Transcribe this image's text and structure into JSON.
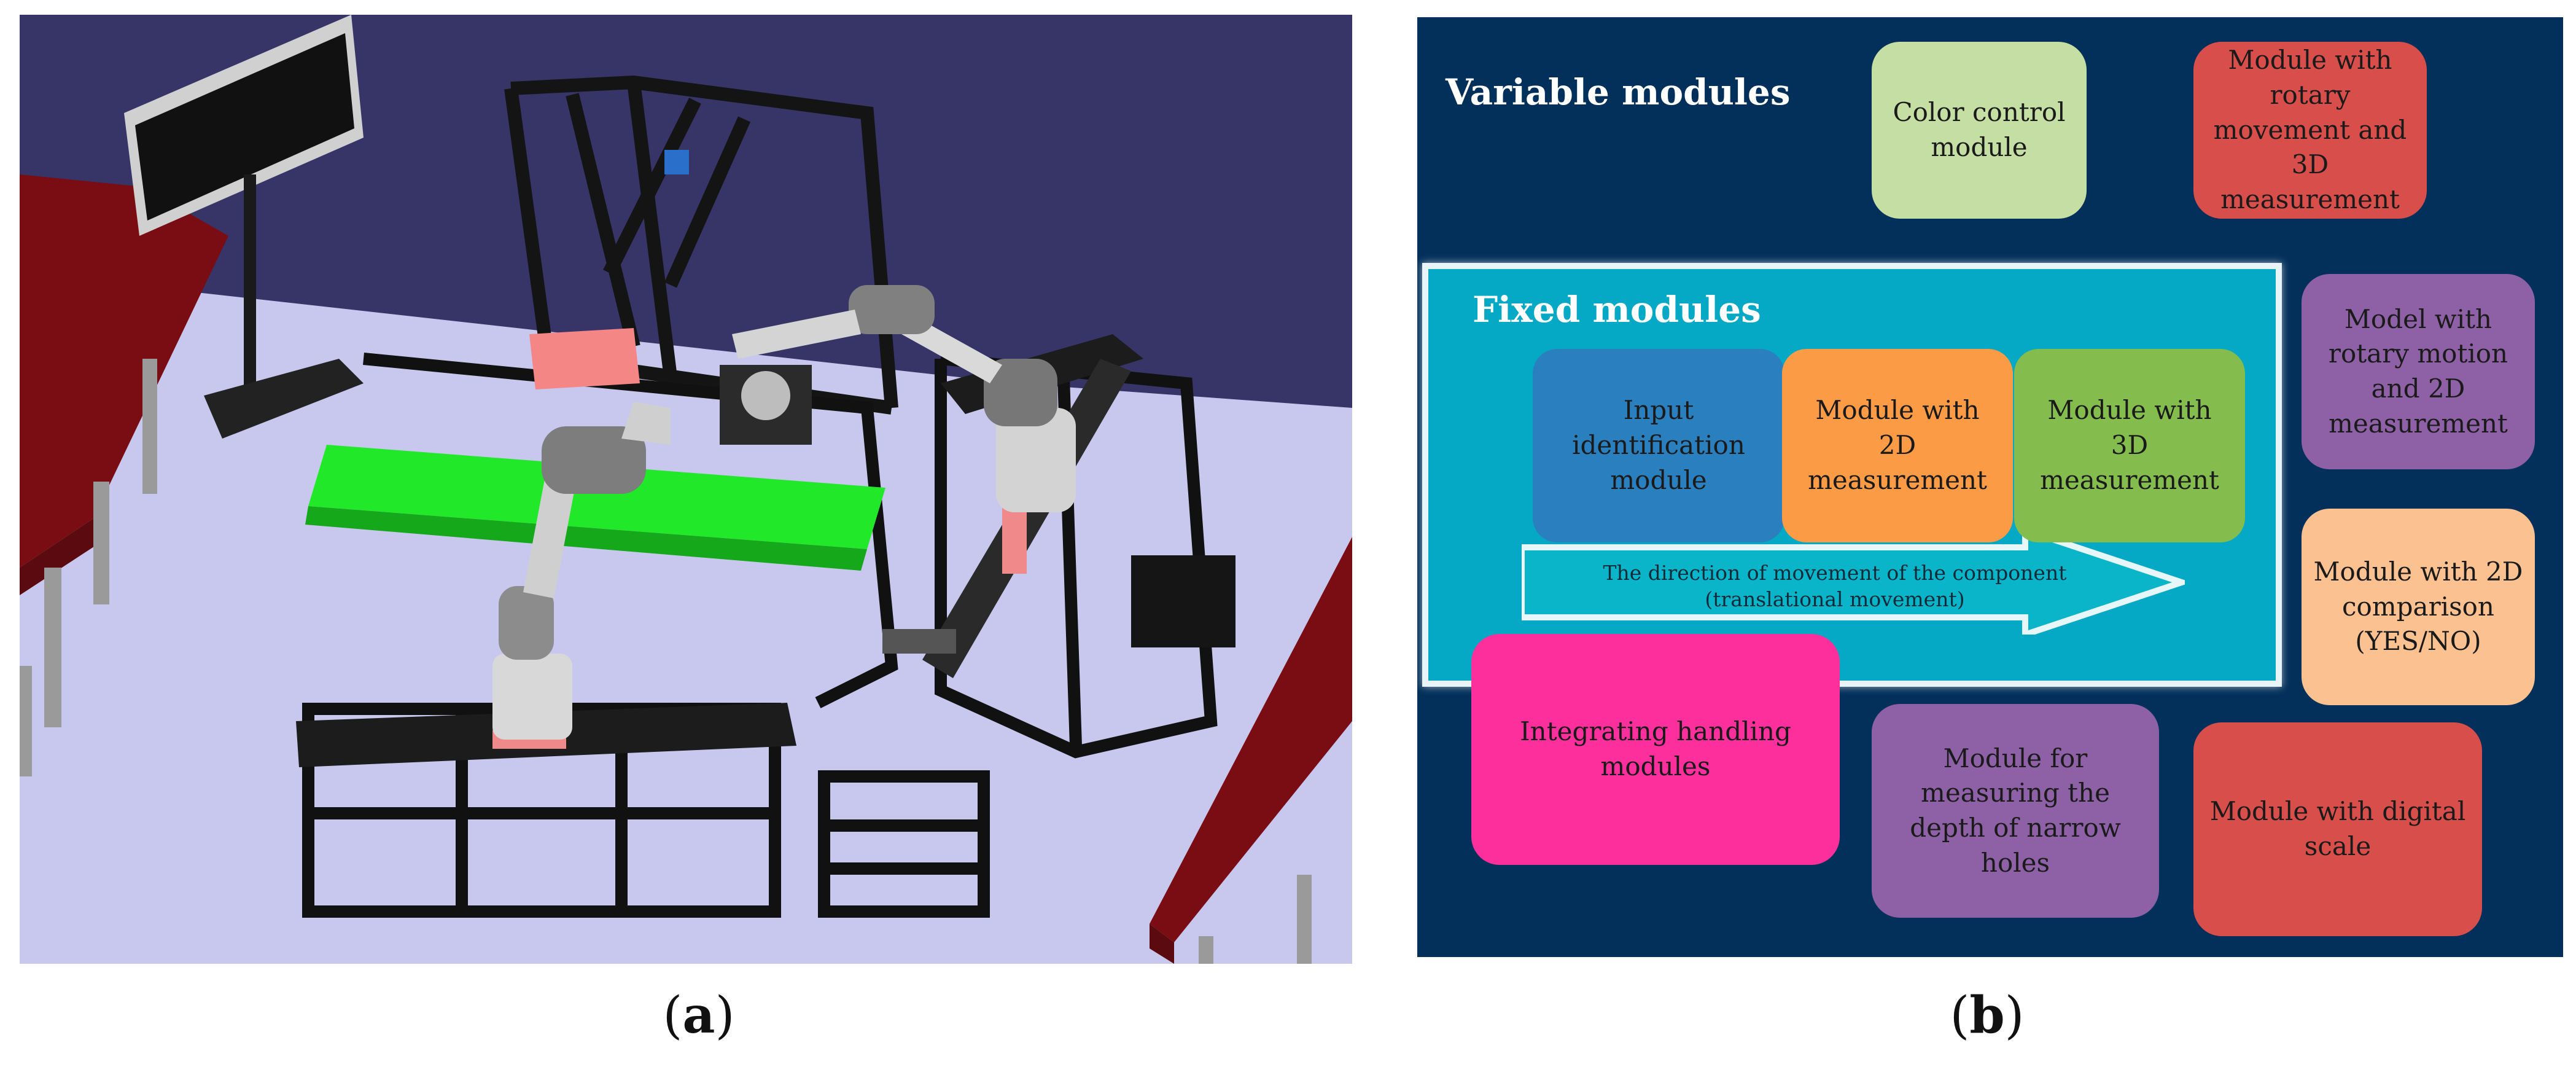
{
  "captions": {
    "a_letter": "a",
    "b_letter": "b"
  },
  "panel_b": {
    "variable_title": "Variable modules",
    "fixed_title": "Fixed modules",
    "arrow_text_line1": "The direction of movement of the component",
    "arrow_text_line2": "(translational movement)",
    "modules": {
      "color_control": "Color control module",
      "rotary_3d": "Module with rotary movement and 3D measurement",
      "rotary_2d": "Model with rotary motion and 2D measurement",
      "comparison_2d": "Module with 2D comparison (YES/NO)",
      "digital_scale": "Module with digital scale",
      "narrow_holes": "Module for measuring the depth of narrow holes",
      "handling": "Integrating handling modules",
      "input_identification": "Input identification module",
      "measurement_2d": "Module with 2D measurement",
      "measurement_3d": "Module with 3D measurement"
    },
    "colors": {
      "background": "#03305a",
      "fixed_area": "#05a9c6",
      "color_control": "#c5dea3",
      "rotary_3d": "#d74e4b",
      "rotary_2d": "#8e61a7",
      "comparison_2d": "#fbc190",
      "digital_scale": "#d74e4b",
      "narrow_holes": "#8e61a7",
      "handling": "#fd2f9c",
      "input_identification": "#2a7fbf",
      "measurement_2d": "#fb9b45",
      "measurement_3d": "#84bd4e"
    }
  }
}
